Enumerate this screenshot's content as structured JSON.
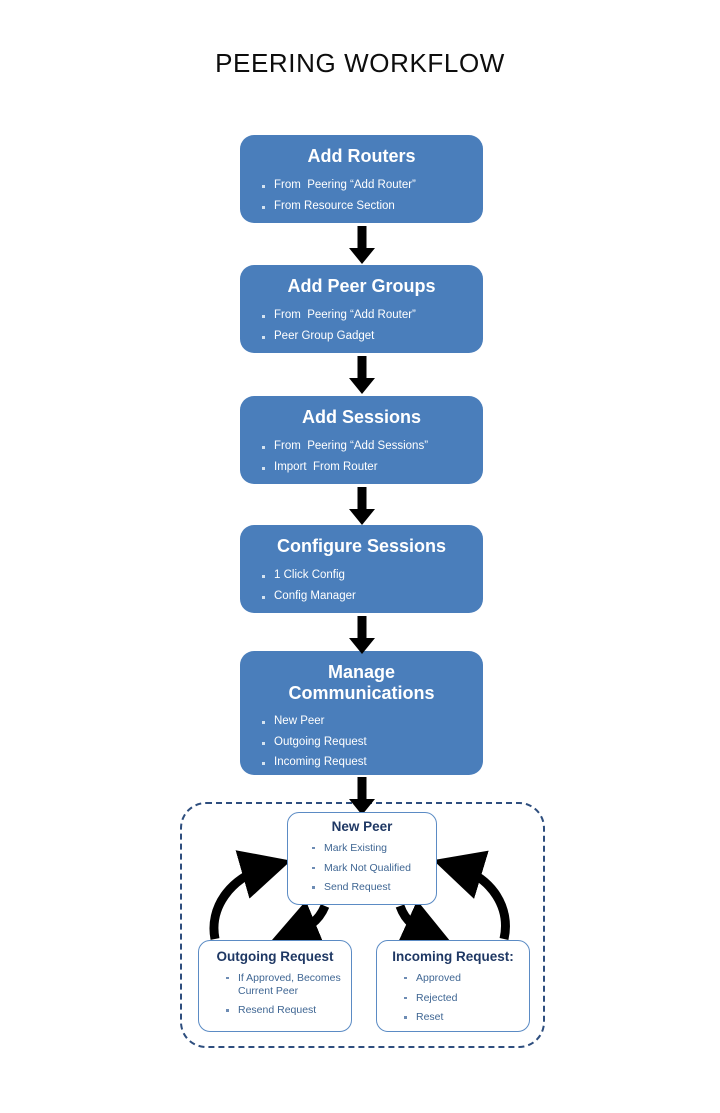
{
  "page": {
    "title": "PEERING WORKFLOW",
    "background_color": "#ffffff",
    "accent_blue": "#4a7ebb",
    "dashed_border_color": "#2e4e7e",
    "subbox_border_color": "#5b8bc4",
    "subbox_title_color": "#1f3864",
    "subbox_text_color": "#3f6693",
    "arrow_color": "#000000"
  },
  "steps": [
    {
      "id": "add-routers",
      "title": "Add Routers",
      "bullets": [
        "From  Peering “Add Router”",
        "From Resource Section"
      ]
    },
    {
      "id": "add-peer-groups",
      "title": "Add Peer Groups",
      "bullets": [
        "From  Peering “Add Router”",
        "Peer Group Gadget"
      ]
    },
    {
      "id": "add-sessions",
      "title": "Add Sessions",
      "bullets": [
        "From  Peering “Add Sessions”",
        "Import  From Router"
      ]
    },
    {
      "id": "configure-sessions",
      "title": "Configure Sessions",
      "bullets": [
        "1 Click Config",
        "Config Manager"
      ]
    },
    {
      "id": "manage-communications",
      "title": "Manage\nCommunications",
      "title_line1": "Manage",
      "title_line2": "Communications",
      "bullets": [
        "New Peer",
        "Outgoing Request",
        "Incoming Request"
      ]
    }
  ],
  "communications_group": {
    "new_peer": {
      "title": "New Peer",
      "bullets": [
        "Mark Existing",
        "Mark Not Qualified",
        "Send Request"
      ]
    },
    "outgoing_request": {
      "title": "Outgoing Request",
      "bullets": [
        "If Approved, Becomes Current Peer",
        "Resend Request"
      ]
    },
    "incoming_request": {
      "title": "Incoming Request:",
      "bullets": [
        "Approved",
        "Rejected",
        "Reset"
      ]
    }
  },
  "connectors": {
    "vertical_flow_count": 5,
    "curved_count": 4,
    "curved": [
      {
        "from": "new-peer",
        "to": "outgoing-request"
      },
      {
        "from": "outgoing-request",
        "to": "new-peer"
      },
      {
        "from": "new-peer",
        "to": "incoming-request"
      },
      {
        "from": "incoming-request",
        "to": "new-peer"
      }
    ]
  }
}
